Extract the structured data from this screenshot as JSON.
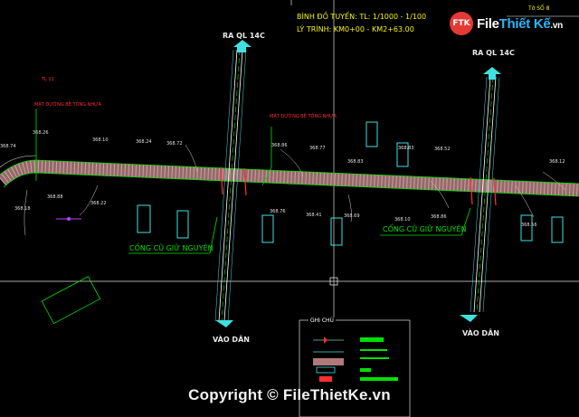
{
  "header": {
    "scale_line": "BÌNH ĐỒ TUYẾN: TL: 1/1000 - 1/100",
    "chainage_line": "LÝ TRÌNH: KM0+00 - KM2+63.00",
    "sheet_label": "Tờ SỐ 8"
  },
  "logo": {
    "badge": "FTK",
    "part1": "File",
    "part2": "Thiết Kế",
    "suffix": ".vn"
  },
  "watermark": {
    "copyright": "Copyright © FileThietKe.vn"
  },
  "directions": {
    "ra_left": "RA QL 14C",
    "ra_right": "RA QL 14C",
    "vao_left": "VÀO DÂN",
    "vao_right": "VÀO DÂN"
  },
  "labels": {
    "culvert_left": "CỐNG CŨ GIỮ NGUYÊN",
    "culvert_right": "CỐNG CŨ GIỮ NGUYÊN",
    "surface_left": "MẶT ĐƯỜNG BÊ TÔNG NHỰA",
    "surface_mid": "MẶT ĐƯỜNG BÊ TÔNG NHỰA",
    "tl_mark": "TL 11"
  },
  "elevations": [
    "368.26",
    "368.10",
    "368.24",
    "368.72",
    "368.86",
    "368.77",
    "368.83",
    "368.52",
    "368.12",
    "368.88",
    "368.22",
    "368.76",
    "368.41",
    "368.69",
    "368.10",
    "368.86",
    "368.56",
    "368.18",
    "368.83",
    "368.74"
  ],
  "legend": {
    "title": "GHI CHÚ"
  },
  "colors": {
    "background": "#000000",
    "road": "#b07a7a",
    "annotation_green": "#00e000",
    "elevation_yellow": "#f5f500",
    "marker_red": "#ff3030",
    "culvert_cyan": "#40e0e0",
    "logo_red": "#e53935",
    "logo_blue": "#29b6f6"
  }
}
